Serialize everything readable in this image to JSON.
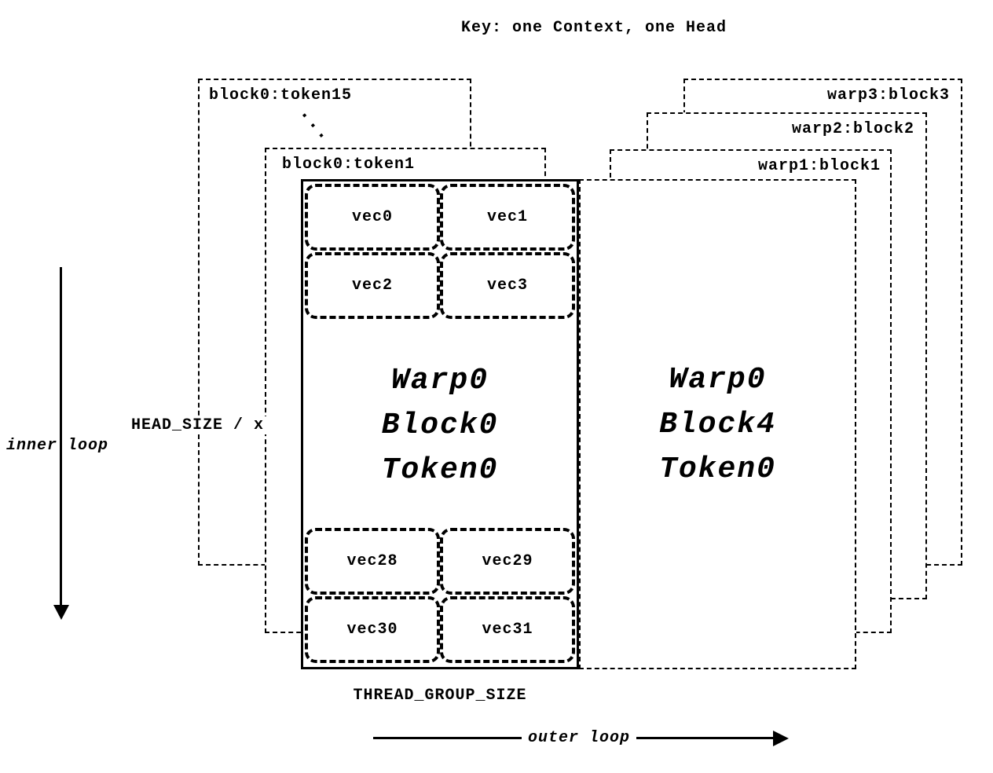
{
  "title": "Key: one Context, one Head",
  "left_stack": {
    "back_box_label": "block0:token15",
    "ellipsis": "...",
    "front_box_label": "block0:token1"
  },
  "right_stack": {
    "box3_label": "warp3:block3",
    "box2_label": "warp2:block2",
    "box1_label": "warp1:block1"
  },
  "main_block": {
    "line1": "Warp0",
    "line2": "Block0",
    "line3": "Token0",
    "vecs_top": [
      "vec0",
      "vec1",
      "vec2",
      "vec3"
    ],
    "vecs_bottom": [
      "vec28",
      "vec29",
      "vec30",
      "vec31"
    ]
  },
  "right_block": {
    "line1": "Warp0",
    "line2": "Block4",
    "line3": "Token0"
  },
  "labels": {
    "head_size": "HEAD_SIZE / x",
    "inner_loop": "inner loop",
    "thread_group": "THREAD_GROUP_SIZE",
    "outer_loop": "outer loop"
  },
  "colors": {
    "ink": "#000000",
    "bg": "#ffffff"
  }
}
